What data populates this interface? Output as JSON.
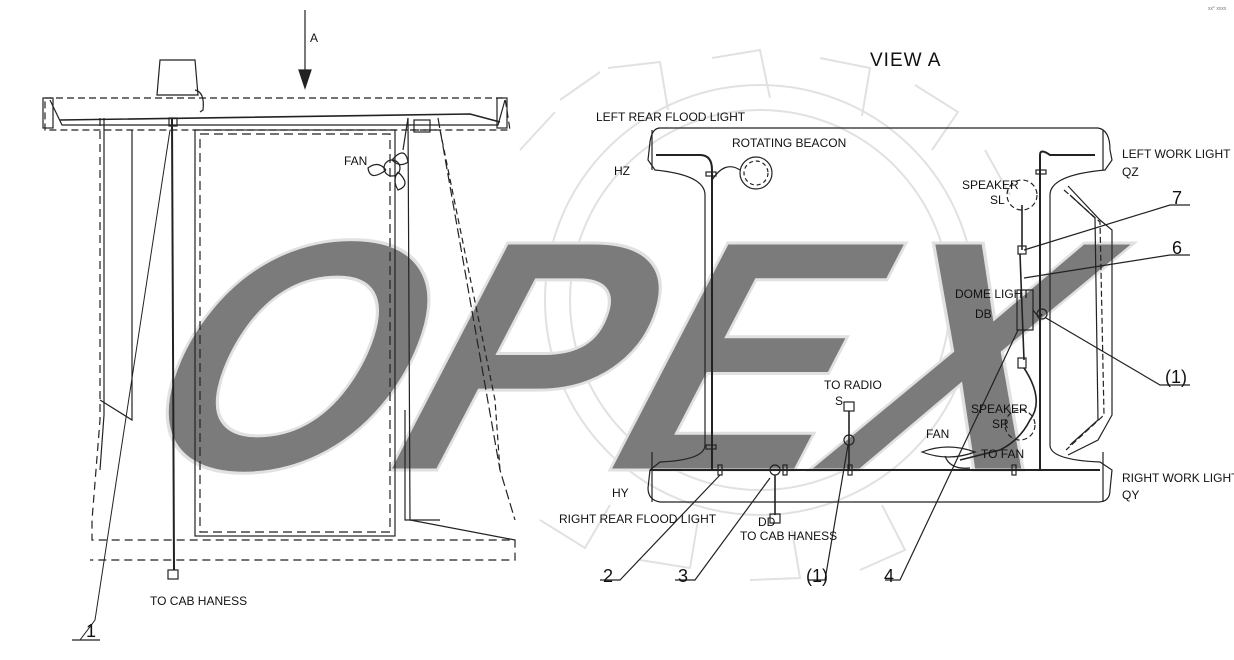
{
  "view": {
    "title": "VIEW A",
    "arrow_label": "A"
  },
  "watermark": {
    "text": "OPEX"
  },
  "corner_mark": "xx°  xxxx",
  "labels": {
    "fan_side": "FAN",
    "to_cab_haness_side": "TO CAB HANESS",
    "left_rear_flood_light": "LEFT REAR FLOOD LIGHT",
    "rotating_beacon": "ROTATING BEACON",
    "hz": "HZ",
    "left_work_light": "LEFT WORK LIGHT",
    "qz": "QZ",
    "speaker_top": "SPEAKER",
    "sl": "SL",
    "dome_light": "DOME LIGHT",
    "db": "DB",
    "to_radio": "TO RADIO",
    "s": "S",
    "speaker_bottom": "SPEAKER",
    "sr": "SR",
    "fan_view": "FAN",
    "to_fan": "TO FAN",
    "right_work_light": "RIGHT WORK LIGHT",
    "qy": "QY",
    "hy": "HY",
    "right_rear_flood_light": "RIGHT REAR FLOOD LIGHT",
    "dd": "DD",
    "to_cab_haness_view": "TO CAB HANESS"
  },
  "callouts": {
    "c1": "1",
    "c2": "2",
    "c3": "3",
    "c1_paren_bottom": "(1)",
    "c4": "4",
    "c7": "7",
    "c6": "6",
    "c1_paren_right": "(1)"
  }
}
